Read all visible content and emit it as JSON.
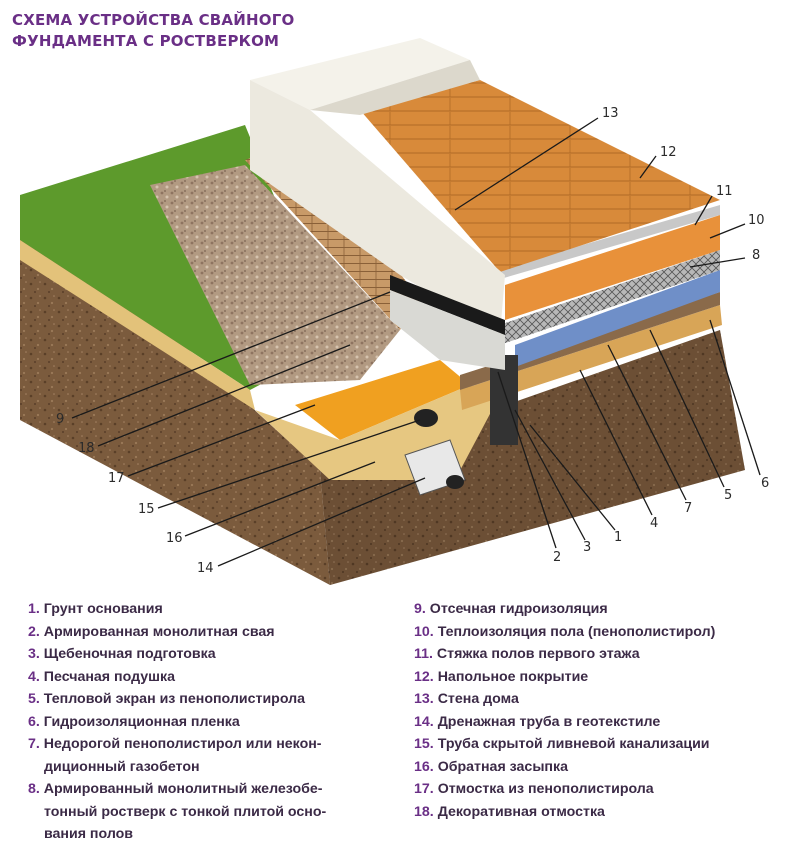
{
  "title": {
    "line1": "СХЕМА УСТРОЙСТВА СВАЙНОГО",
    "line2": "ФУНДАМЕНТА С РОСТВЕРКОМ"
  },
  "callouts": [
    "1",
    "2",
    "3",
    "4",
    "5",
    "6",
    "7",
    "8",
    "9",
    "10",
    "11",
    "12",
    "13",
    "14",
    "15",
    "16",
    "17",
    "18"
  ],
  "legend": {
    "left": [
      {
        "num": "1.",
        "text": "Грунт основания"
      },
      {
        "num": "2.",
        "text": "Армированная монолитная свая"
      },
      {
        "num": "3.",
        "text": "Щебеночная подготовка"
      },
      {
        "num": "4.",
        "text": "Песчаная подушка"
      },
      {
        "num": "5.",
        "text": "Тепловой экран из пенополистирола"
      },
      {
        "num": "6.",
        "text": "Гидроизоляционная пленка"
      },
      {
        "num": "7.",
        "text": "Недорогой пенополистирол или некон-",
        "cont": "диционный газобетон"
      },
      {
        "num": "8.",
        "text": "Армированный монолитный железобе-",
        "cont": "тонный ростверк с тонкой плитой осно-",
        "cont2": "вания полов"
      }
    ],
    "right": [
      {
        "num": "9.",
        "text": "Отсечная гидроизоляция"
      },
      {
        "num": "10.",
        "text": "Теплоизоляция пола (пенополистирол)"
      },
      {
        "num": "11.",
        "text": "Стяжка полов первого этажа"
      },
      {
        "num": "12.",
        "text": "Напольное покрытие"
      },
      {
        "num": "13.",
        "text": "Стена дома"
      },
      {
        "num": "14.",
        "text": "Дренажная труба в геотекстиле"
      },
      {
        "num": "15.",
        "text": "Труба скрытой ливневой канализации"
      },
      {
        "num": "16.",
        "text": "Обратная засыпка"
      },
      {
        "num": "17.",
        "text": "Отмостка из пенополистирола"
      },
      {
        "num": "18.",
        "text": "Декоративная отмостка"
      }
    ]
  },
  "colors": {
    "title": "#6a2f86",
    "soil": "#7a5a3c",
    "grass": "#5f9a2e",
    "sand": "#e8c77a",
    "gravel": "#b59a7f",
    "wood": "#d98a3a",
    "foam_blue": "#6f8fc8",
    "wall": "#f2f0e8",
    "orange_foam": "#f0a020"
  }
}
